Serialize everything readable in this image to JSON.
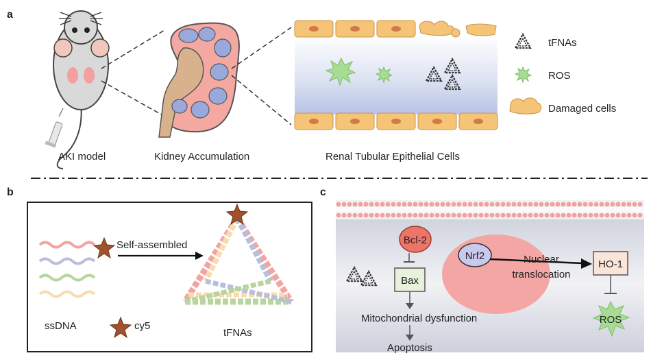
{
  "panels": {
    "a": "a",
    "b": "b",
    "c": "c"
  },
  "panel_a": {
    "labels": {
      "aki_model": "AKI model",
      "kidney": "Kidney Accumulation",
      "renal": "Renal Tubular Epithelial Cells"
    },
    "legend": {
      "tfnas": "tFNAs",
      "ros": "ROS",
      "damaged": "Damaged cells"
    }
  },
  "panel_b": {
    "self_assembled": "Self-assembled",
    "ssdna": "ssDNA",
    "cy5": "cy5",
    "tfnas": "tFNAs"
  },
  "panel_c": {
    "bcl2": "Bcl-2",
    "bax": "Bax",
    "nrf2": "Nrf2",
    "nuclear": "Nuclear",
    "translocation": "translocation",
    "ho1": "HO-1",
    "ros": "ROS",
    "mito": "Mitochondrial dysfunction",
    "apoptosis": "Apoptosis"
  },
  "colors": {
    "cell_orange": "#f6c476",
    "cell_nucleus": "#d07a4a",
    "ros_green": "#a8dc94",
    "kidney_pink": "#f3a9a2",
    "kidney_tan": "#d8b28d",
    "kidney_blue": "#9aa9dc",
    "bcl2_red": "#ef7468",
    "nucleus_pink": "#f3a6a4",
    "bax_green": "#e8f1dc"
  }
}
